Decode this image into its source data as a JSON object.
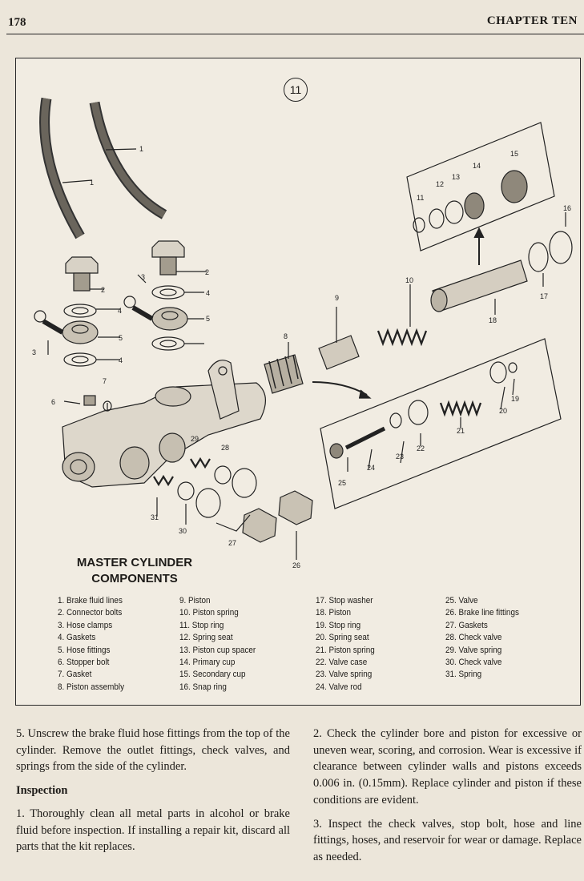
{
  "header": {
    "page_number": "178",
    "chapter": "CHAPTER TEN"
  },
  "figure": {
    "number": "11",
    "title_line1": "MASTER CYLINDER",
    "title_line2": "COMPONENTS",
    "legend_col1": [
      "1. Brake fluid lines",
      "2. Connector bolts",
      "3. Hose clamps",
      "4. Gaskets",
      "5. Hose fittings",
      "6. Stopper bolt",
      "7. Gasket",
      "8. Piston assembly"
    ],
    "legend_col2": [
      "9. Piston",
      "10. Piston spring",
      "11. Stop ring",
      "12. Spring seat",
      "13. Piston cup spacer",
      "14. Primary cup",
      "15. Secondary cup",
      "16. Snap ring"
    ],
    "legend_col3": [
      "17. Stop washer",
      "18. Piston",
      "19. Stop ring",
      "20. Spring seat",
      "21. Piston spring",
      "22. Valve case",
      "23. Valve spring",
      "24. Valve rod"
    ],
    "legend_col4": [
      "25. Valve",
      "26. Brake line fittings",
      "27. Gaskets",
      "28. Check valve",
      "29. Valve spring",
      "30. Check valve",
      "31. Spring"
    ],
    "callouts": [
      "1",
      "1",
      "2",
      "2",
      "3",
      "3",
      "4",
      "4",
      "5",
      "5",
      "4",
      "6",
      "7",
      "8",
      "9",
      "10",
      "11",
      "12",
      "13",
      "14",
      "15",
      "16",
      "17",
      "18",
      "19",
      "20",
      "21",
      "22",
      "23",
      "24",
      "25",
      "26",
      "27",
      "28",
      "29",
      "30",
      "31"
    ]
  },
  "body": {
    "left_p1": "5. Unscrew the brake fluid hose fittings from the top of the cylinder. Remove the outlet fittings, check valves, and springs from the side of the cylinder.",
    "left_heading": "Inspection",
    "left_p2": "1. Thoroughly clean all metal parts in alcohol or brake fluid before inspection. If installing a repair kit, discard all parts that the kit replaces.",
    "right_p1": "2. Check the cylinder bore and piston for excessive or uneven wear, scoring, and corrosion. Wear is excessive if clearance between cylinder walls and pistons exceeds 0.006 in. (0.15mm). Replace cylinder and piston if these conditions are evident.",
    "right_p2": "3. Inspect the check valves, stop bolt, hose and line fittings, hoses, and reservoir for wear or damage. Replace as needed."
  }
}
